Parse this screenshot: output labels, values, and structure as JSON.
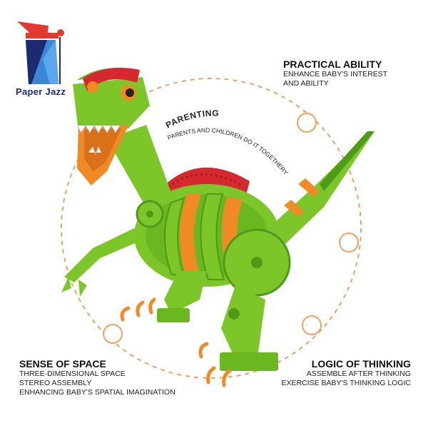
{
  "brand": {
    "name": "Paper Jazz"
  },
  "parenting": {
    "title": "PARENTING",
    "subtitle": "PARENTS AND CHILDREN DO IT TOGETHERY"
  },
  "features": {
    "practical_ability": {
      "title": "PRACTICAL ABILITY",
      "lines": [
        "ENHANCE BABY'S INTEREST",
        "AND ABILITY"
      ]
    },
    "sense_of_space": {
      "title": "SENSE OF SPACE",
      "lines": [
        "THREE-DIMENSIONAL SPACE",
        "STEREO ASSEMBLY",
        "ENHANCING BABY'S SPATIAL IMAGINATION"
      ]
    },
    "logic_of_thinking": {
      "title": "LOGIC OF THINKING",
      "lines": [
        "ASSEMBLE AFTER THINKING",
        "EXERCISE BABY'S THINKING LOGIC"
      ]
    }
  },
  "colors": {
    "dino_green": "#7cc62a",
    "dino_dark_green": "#4f9a18",
    "accent_orange": "#f08a24",
    "crest_red": "#d6282f",
    "dashed_circle": "#f0a060",
    "logo_navy": "#1e2a6e",
    "logo_blue": "#3c86d6",
    "logo_red": "#e23a2e"
  }
}
